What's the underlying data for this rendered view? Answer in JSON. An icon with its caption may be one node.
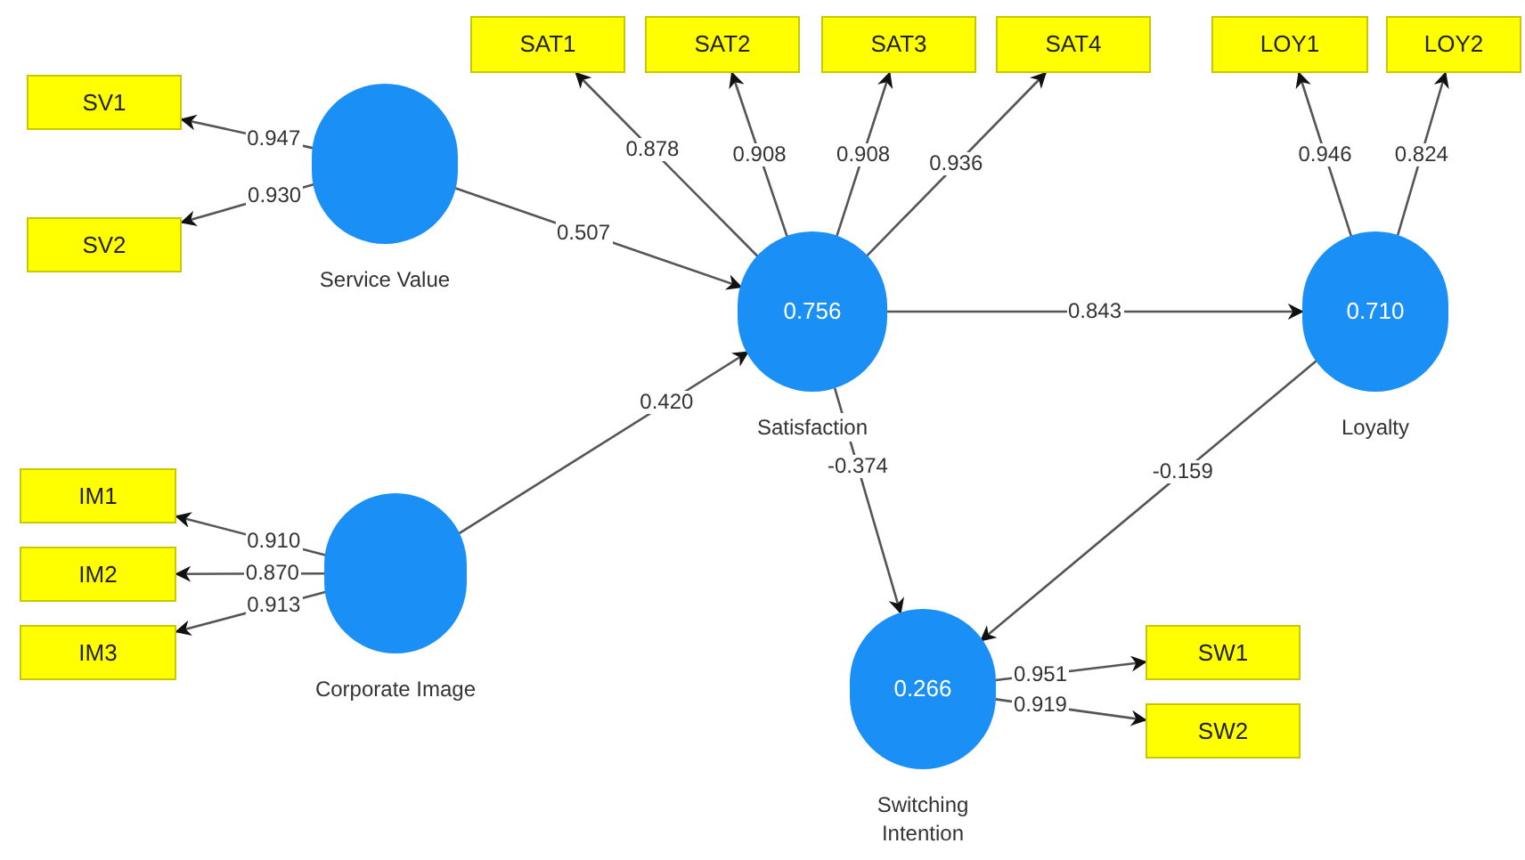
{
  "diagram": {
    "nodes": [
      {
        "text": [
          "SAT1"
        ]
      },
      {
        "text": [
          "SAT2"
        ]
      },
      {
        "text": [
          "SAT3"
        ]
      },
      {
        "text": [
          "SAT4"
        ]
      },
      {
        "text": [
          "LOY1"
        ]
      },
      {
        "text": [
          "LOY2"
        ]
      },
      {
        "text": [
          "SV1"
        ]
      },
      {
        "text": [
          "Service Value"
        ]
      },
      {
        "text": [
          "SV2"
        ]
      },
      {
        "text": [
          "0.756",
          "Satisfaction"
        ]
      },
      {
        "text": [
          "0.710",
          "Loyalty"
        ]
      },
      {
        "text": [
          "IM1"
        ]
      },
      {
        "text": [
          "IM2"
        ]
      },
      {
        "text": [
          "IM3"
        ]
      },
      {
        "text": [
          "Corporate Image"
        ]
      },
      {
        "text": [
          "0.266",
          "Switching Intention"
        ]
      },
      {
        "text": [
          "SW1"
        ]
      },
      {
        "text": [
          "SW2"
        ]
      }
    ],
    "edges": [
      {
        "from": 7,
        "to": 6,
        "arrow": "to",
        "label": "0.947"
      },
      {
        "from": 7,
        "to": 8,
        "arrow": "to",
        "label": "0.930"
      },
      {
        "from": 7,
        "to": 9,
        "arrow": "to",
        "label": "0.507"
      },
      {
        "from": 9,
        "to": 0,
        "arrow": "to",
        "label": "0.878"
      },
      {
        "from": 9,
        "to": 1,
        "arrow": "to",
        "label": "0.908"
      },
      {
        "from": 9,
        "to": 2,
        "arrow": "to",
        "label": "0.908"
      },
      {
        "from": 9,
        "to": 3,
        "arrow": "to",
        "label": "0.936"
      },
      {
        "from": 14,
        "to": 9,
        "arrow": "to",
        "label": "0.420"
      },
      {
        "from": 9,
        "to": 10,
        "arrow": "to",
        "label": "0.843"
      },
      {
        "from": 10,
        "to": 4,
        "arrow": "to",
        "label": "0.946"
      },
      {
        "from": 10,
        "to": 5,
        "arrow": "to",
        "label": "0.824"
      },
      {
        "from": 14,
        "to": 11,
        "arrow": "to",
        "label": "0.910"
      },
      {
        "from": 14,
        "to": 12,
        "arrow": "to",
        "label": "0.870"
      },
      {
        "from": 14,
        "to": 13,
        "arrow": "to",
        "label": "0.913"
      },
      {
        "from": 9,
        "to": 15,
        "arrow": "to",
        "label": "-0.374"
      },
      {
        "from": 10,
        "to": 15,
        "arrow": "to",
        "label": "-0.159"
      },
      {
        "from": 15,
        "to": 16,
        "arrow": "to",
        "label": "0.951"
      },
      {
        "from": 15,
        "to": 17,
        "arrow": "to",
        "label": "0.919"
      }
    ]
  }
}
